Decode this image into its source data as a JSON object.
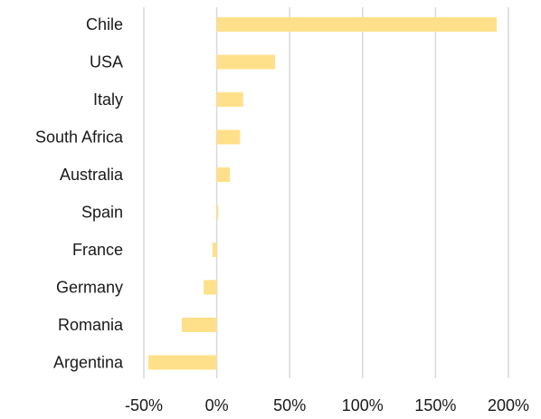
{
  "chart_data": {
    "type": "bar",
    "orientation": "horizontal",
    "categories": [
      "Chile",
      "USA",
      "Italy",
      "South Africa",
      "Australia",
      "Spain",
      "France",
      "Germany",
      "Romania",
      "Argentina"
    ],
    "series": [
      {
        "values": [
          192,
          40,
          18,
          16,
          9,
          1,
          -3,
          -9,
          -24,
          -47
        ],
        "color": "#FFE08A"
      }
    ],
    "x_ticks": [
      -50,
      0,
      50,
      100,
      150,
      200
    ],
    "x_tick_labels": [
      "-50%",
      "0%",
      "50%",
      "100%",
      "150%",
      "200%"
    ],
    "xlim": [
      -50,
      200
    ],
    "unit": "%",
    "grid": true,
    "title": "",
    "xlabel": "",
    "ylabel": ""
  }
}
